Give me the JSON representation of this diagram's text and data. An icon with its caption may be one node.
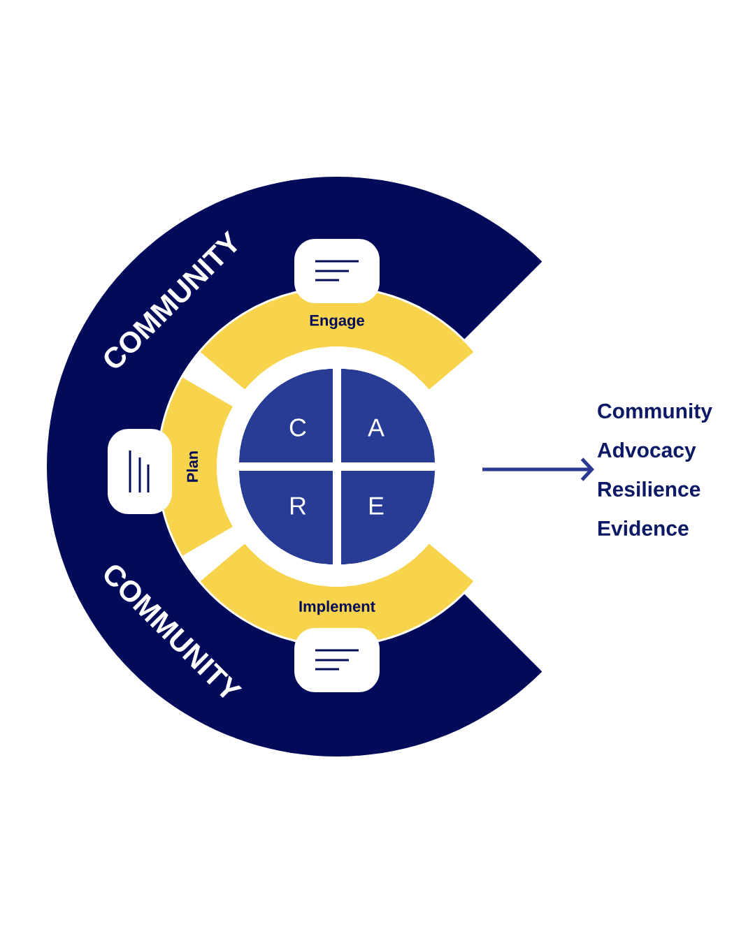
{
  "diagram": {
    "nodes": [
      {
        "text": [
          "COMMUNITY",
          "COMMUNITY"
        ]
      },
      {
        "text": [
          "Engage"
        ]
      },
      {
        "text": [
          "Plan"
        ]
      },
      {
        "text": [
          "Implement"
        ]
      },
      {
        "text": [
          "C"
        ]
      },
      {
        "text": [
          "A"
        ]
      },
      {
        "text": [
          "R"
        ]
      },
      {
        "text": [
          "E"
        ]
      },
      {
        "text": [
          "Community",
          "Advocacy",
          "Resilience",
          "Evidence"
        ]
      }
    ],
    "edges": [
      {
        "from": null,
        "to": 8,
        "arrow": "to",
        "color": "#2b3990"
      }
    ]
  }
}
